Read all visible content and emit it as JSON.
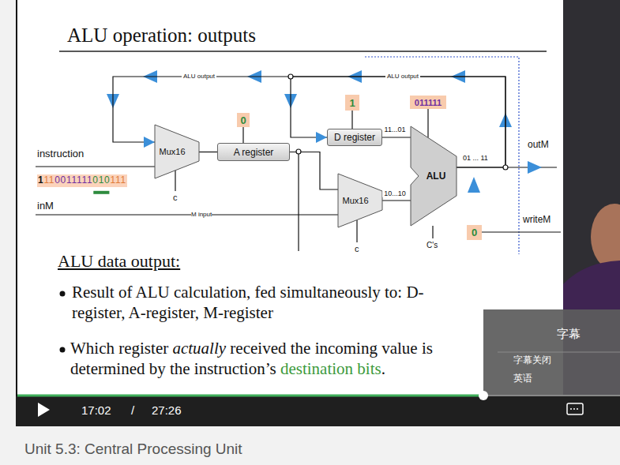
{
  "diagram": {
    "title": "ALU operation: outputs",
    "nodes": [
      {
        "text": [
          "Mux16"
        ]
      },
      {
        "text": [
          "0"
        ]
      },
      {
        "text": [
          "A register"
        ]
      },
      {
        "text": [
          "1"
        ]
      },
      {
        "text": [
          "D register"
        ]
      },
      {
        "text": [
          "011111"
        ]
      },
      {
        "text": [
          "ALU"
        ]
      },
      {
        "text": [
          "Mux16"
        ]
      },
      {
        "text": [
          "0"
        ]
      }
    ],
    "edges": [
      {
        "from": 6,
        "to": 0,
        "arrow": "to",
        "label": "ALU output"
      },
      {
        "from": 6,
        "to": 4,
        "arrow": "to",
        "label": "ALU output"
      },
      {
        "from": 0,
        "to": 2,
        "arrow": "none"
      },
      {
        "from": 1,
        "to": 2,
        "arrow": "none"
      },
      {
        "from": 2,
        "to": 7,
        "arrow": "none"
      },
      {
        "from": 3,
        "to": 4,
        "arrow": "none"
      },
      {
        "from": 4,
        "to": 6,
        "arrow": "none",
        "label": "11...01"
      },
      {
        "from": 5,
        "to": 6,
        "arrow": "none"
      },
      {
        "from": 7,
        "to": 6,
        "arrow": "none",
        "label": "10...10"
      }
    ],
    "labels": [
      "instruction",
      "1",
      "11",
      "0011111",
      "010",
      "111",
      "inM",
      "M input",
      "c",
      "c",
      "01 ... 11",
      "C's",
      "outM",
      "writeM",
      "ALU data output:",
      "Result of ALU calculation, fed simultaneously to: D-register, A-register, M-register",
      "Which register",
      "actually",
      "received the incoming value is determined by the instruction’s",
      "destination bits",
      ".",
      "17:02",
      "/",
      "27:26",
      "字幕",
      "字幕关闭",
      "英语",
      "Unit 5.3: Central Processing Unit"
    ]
  }
}
